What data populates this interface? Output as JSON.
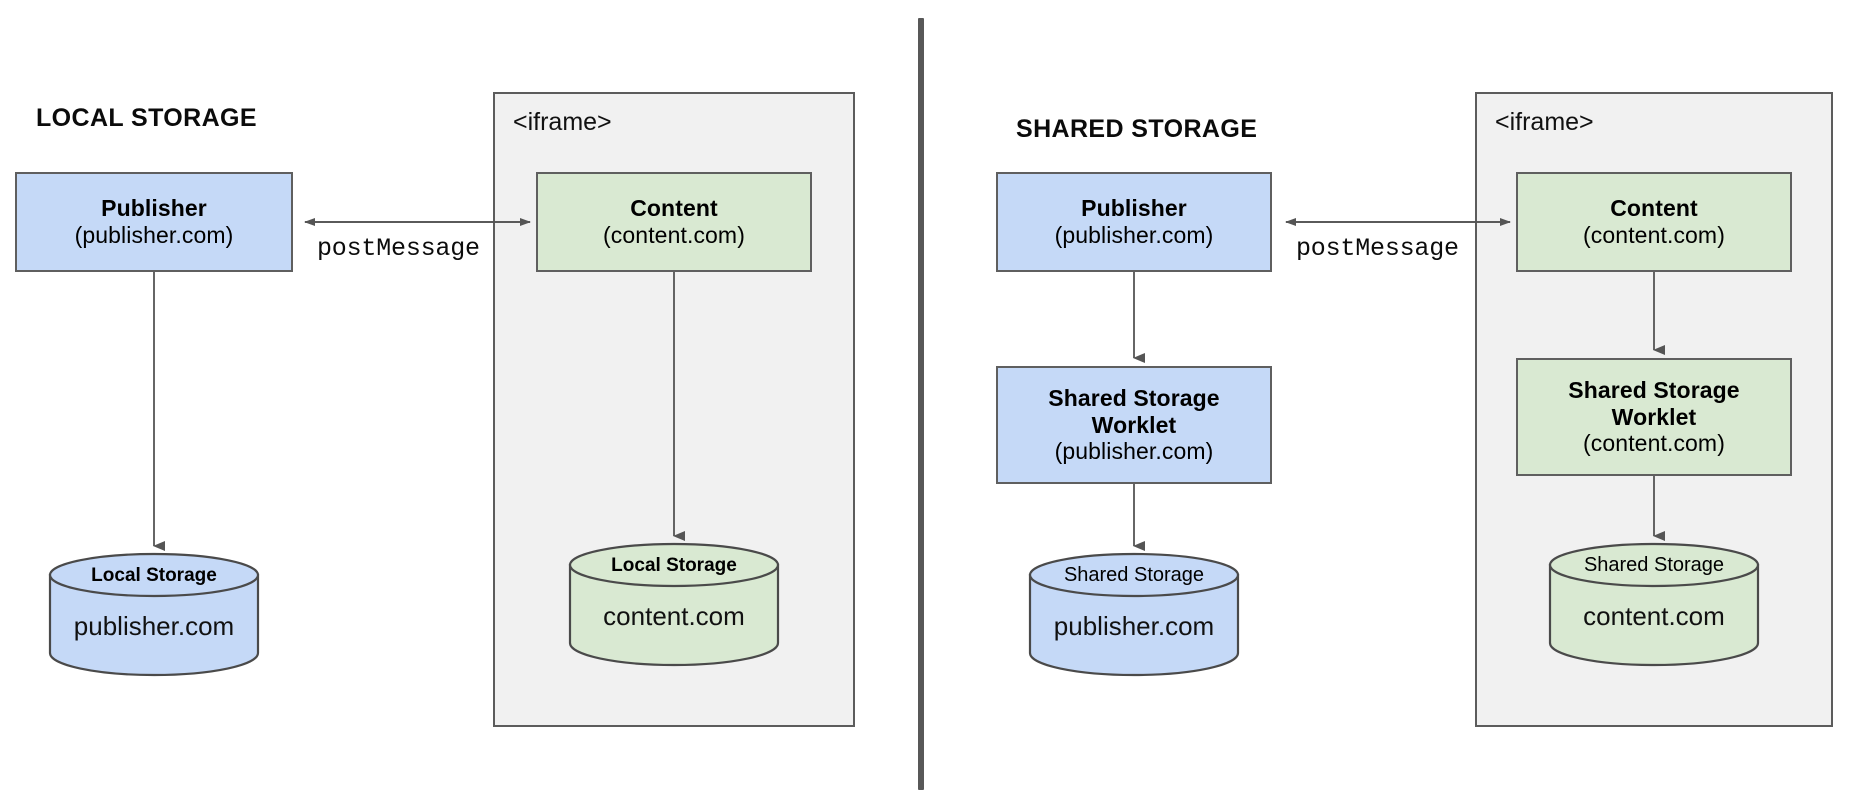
{
  "diagram": {
    "title_left": "LOCAL STORAGE",
    "title_right": "SHARED STORAGE",
    "iframe_label": "<iframe>",
    "message_label_left": "postMessage",
    "message_label_right": "postMessage",
    "colors": {
      "publisher_fill": "#c5d9f7",
      "content_fill": "#d9e9d2",
      "iframe_fill": "#f1f1f1",
      "stroke": "#5f5f5f",
      "divider": "#585858",
      "background": "#ffffff"
    }
  },
  "left_panel": {
    "title": "LOCAL STORAGE",
    "iframe_label": "<iframe>",
    "message_label": "postMessage",
    "publisher": {
      "name": "Publisher",
      "origin": "(publisher.com)"
    },
    "content": {
      "name": "Content",
      "origin": "(content.com)"
    },
    "publisher_store": {
      "kind": "Local Storage",
      "origin": "publisher.com"
    },
    "content_store": {
      "kind": "Local Storage",
      "origin": "content.com"
    }
  },
  "right_panel": {
    "title": "SHARED STORAGE",
    "iframe_label": "<iframe>",
    "message_label": "postMessage",
    "publisher": {
      "name": "Publisher",
      "origin": "(publisher.com)"
    },
    "content": {
      "name": "Content",
      "origin": "(content.com)"
    },
    "publisher_worklet": {
      "line1": "Shared Storage",
      "line2": "Worklet",
      "origin": "(publisher.com)"
    },
    "content_worklet": {
      "line1": "Shared Storage",
      "line2": "Worklet",
      "origin": "(content.com)"
    },
    "publisher_store": {
      "kind": "Shared Storage",
      "origin": "publisher.com"
    },
    "content_store": {
      "kind": "Shared Storage",
      "origin": "content.com"
    }
  }
}
